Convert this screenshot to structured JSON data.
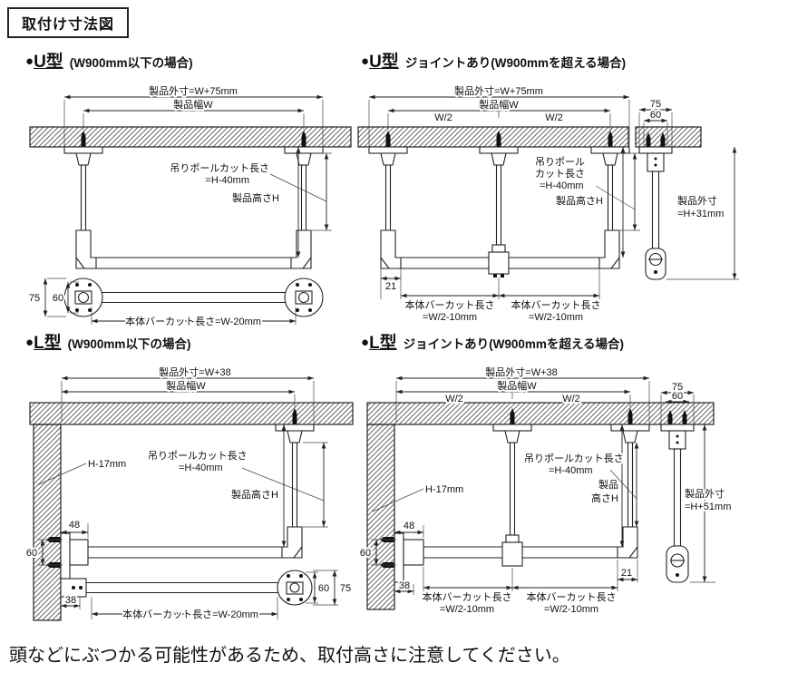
{
  "title": "取付け寸法図",
  "note": "頭などにぶつかる可能性があるため、取付高さに注意してください。",
  "ink_color": "#222222",
  "panels": {
    "u1": {
      "bullet": "●",
      "type": "U型",
      "cond": "(W900mm以下の場合)",
      "outer": "製品外寸=W+75mm",
      "width": "製品幅W",
      "pole_cut_1": "吊りポールカット長さ",
      "pole_cut_2": "=H-40mm",
      "height": "製品高さH",
      "d75": "75",
      "d60": "60",
      "bar_cut": "本体バーカット長さ=W-20mm"
    },
    "u2": {
      "bullet": "●",
      "type": "U型",
      "cond": "ジョイントあり(W900mmを超える場合)",
      "outer": "製品外寸=W+75mm",
      "width": "製品幅W",
      "w_half": "W/2",
      "pole_cut_1": "吊りポール",
      "pole_cut_2": "カット長さ",
      "pole_cut_3": "=H-40mm",
      "height": "製品高さH",
      "d21": "21",
      "bar_cut_1": "本体バーカット長さ",
      "bar_cut_2": "=W/2-10mm",
      "d75": "75",
      "d60": "60",
      "side_outer_1": "製品外寸",
      "side_outer_2": "=H+31mm"
    },
    "l1": {
      "bullet": "●",
      "type": "L型",
      "cond": "(W900mm以下の場合)",
      "outer": "製品外寸=W+38",
      "width": "製品幅W",
      "h17": "H-17mm",
      "pole_cut_1": "吊りポールカット長さ",
      "pole_cut_2": "=H-40mm",
      "height": "製品高さH",
      "d48": "48",
      "d60": "60",
      "d38": "38",
      "d60b": "60",
      "d75": "75",
      "bar_cut": "本体バーカット長さ=W-20mm"
    },
    "l2": {
      "bullet": "●",
      "type": "L型",
      "cond": "ジョイントあり(W900mmを超える場合)",
      "outer": "製品外寸=W+38",
      "width": "製品幅W",
      "w_half": "W/2",
      "h17": "H-17mm",
      "pole_cut_1": "吊りポールカット長さ",
      "pole_cut_2": "=H-40mm",
      "height_1": "製品",
      "height_2": "高さH",
      "d48": "48",
      "d60": "60",
      "d38": "38",
      "d21": "21",
      "bar_cut_1": "本体バーカット長さ",
      "bar_cut_2": "=W/2-10mm",
      "d75": "75",
      "d60b": "60",
      "side_outer_1": "製品外寸",
      "side_outer_2": "=H+51mm"
    }
  }
}
